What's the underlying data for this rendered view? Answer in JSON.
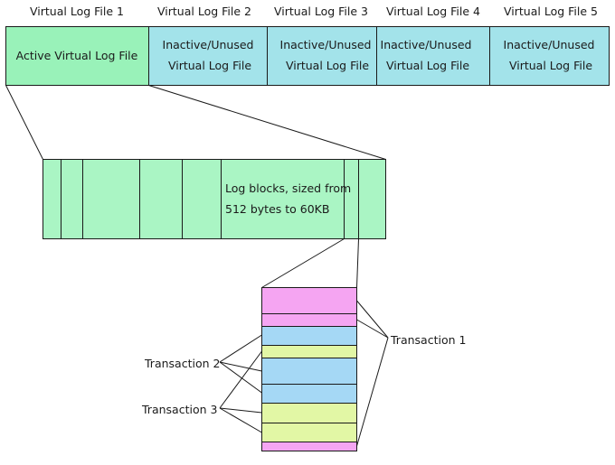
{
  "headers": [
    "Virtual Log File 1",
    "Virtual Log File 2",
    "Virtual Log File 3",
    "Virtual Log File 4",
    "Virtual Log File 5"
  ],
  "vlf_boxes": {
    "active": "Active Virtual Log File",
    "inactive_line1": "Inactive/Unused",
    "inactive_line2": "Virtual Log File"
  },
  "log_blocks_note": {
    "line1": "Log blocks, sized from",
    "line2": "512 bytes to 60KB"
  },
  "transactions": {
    "t1": "Transaction 1",
    "t2": "Transaction 2",
    "t3": "Transaction 3"
  },
  "colors": {
    "active_vlf": "#99f2b9",
    "inactive_vlf": "#a3e3ea",
    "log_block": "#aaf5c4",
    "transaction_1": "#f5a5f2",
    "transaction_2": "#a5d8f5",
    "transaction_3": "#e2f7a5",
    "stroke": "#1a1a1a"
  }
}
